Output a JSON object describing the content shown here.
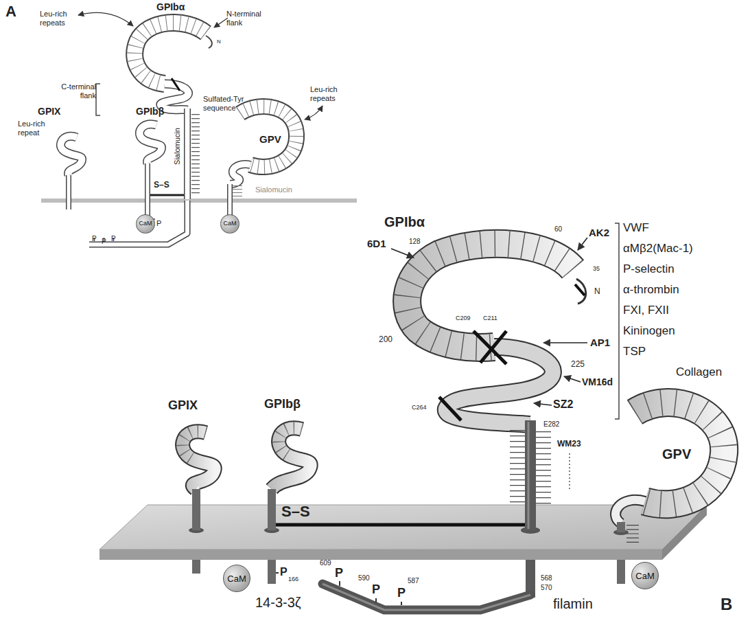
{
  "diagram": {
    "nodes": [
      {
        "text": [
          "CaM"
        ]
      },
      {
        "text": [
          "CaM"
        ]
      },
      {
        "text": [
          "CaM"
        ]
      },
      {
        "text": [
          "CaM"
        ]
      }
    ],
    "labels": [
      "A",
      "GPIbα",
      "Leu-rich repeats",
      "N-terminal flank",
      "C-terminal flank",
      "Sulfated-Tyr sequence",
      "Leu-rich repeats",
      "GPIX",
      "Leu-rich repeat",
      "GPIbβ",
      "Sialomucin",
      "GPV",
      "Sialomucin",
      "S–S",
      "N",
      "P",
      "P",
      "P",
      "P",
      "GPIbα",
      "6D1",
      "128",
      "60",
      "AK2",
      "35",
      "N",
      "200",
      "C209",
      "C211",
      "AP1",
      "225",
      "VM16d",
      "SZ2",
      "C264",
      "E282",
      "WM23",
      "VWF",
      "αMβ2(Mac-1)",
      "P-selectin",
      "α-thrombin",
      "FXI, FXII",
      "Kininogen",
      "TSP",
      "Collagen",
      "GPV",
      "GPIX",
      "GPIbβ",
      "S–S",
      "P",
      "166",
      "14-3-3ζ",
      "609",
      "P",
      "590",
      "P",
      "P",
      "587",
      "568",
      "570",
      "filamin",
      "B"
    ]
  }
}
